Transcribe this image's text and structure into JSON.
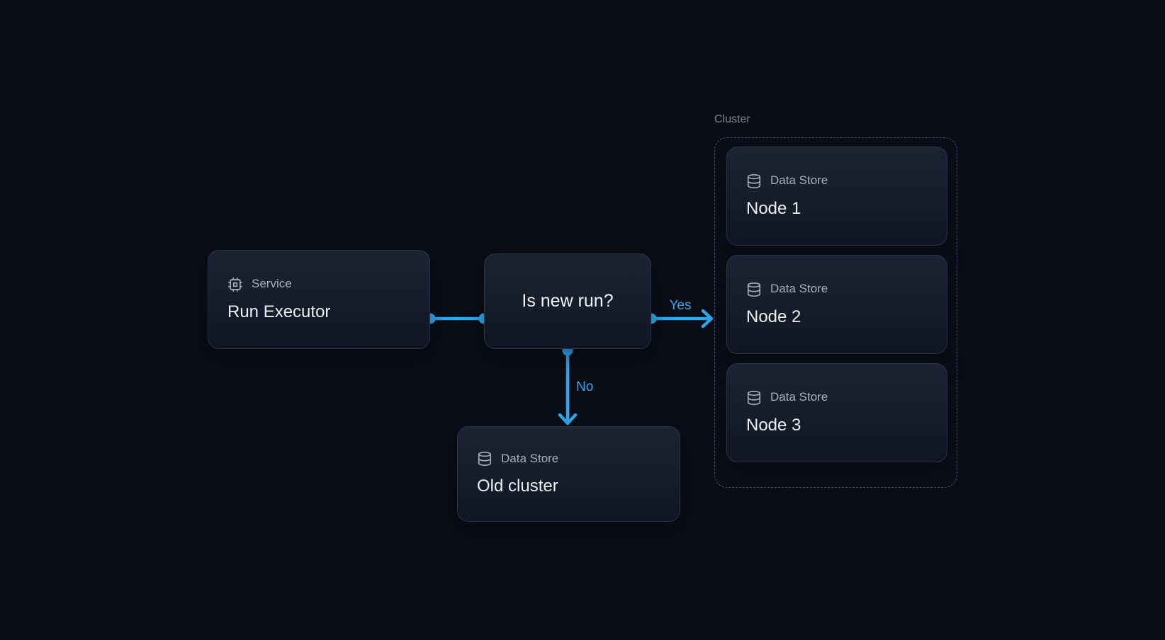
{
  "colors": {
    "accent": "#2ea6ec",
    "background": "#0a0d16",
    "card_border": "#293349",
    "label_text": "#a7b0bd",
    "title_text": "#ebeef3",
    "cluster_border": "#49536a",
    "cluster_label_text": "#79828f"
  },
  "icons": {
    "service": "cpu-icon",
    "data_store": "database-icon"
  },
  "nodes": {
    "service": {
      "type_label": "Service",
      "title": "Run Executor"
    },
    "decision": {
      "question": "Is new run?"
    },
    "old_cluster": {
      "type_label": "Data Store",
      "title": "Old cluster"
    },
    "cluster": {
      "label": "Cluster",
      "items": [
        {
          "type_label": "Data Store",
          "title": "Node 1"
        },
        {
          "type_label": "Data Store",
          "title": "Node 2"
        },
        {
          "type_label": "Data Store",
          "title": "Node 3"
        }
      ]
    }
  },
  "edges": {
    "yes_label": "Yes",
    "no_label": "No"
  }
}
